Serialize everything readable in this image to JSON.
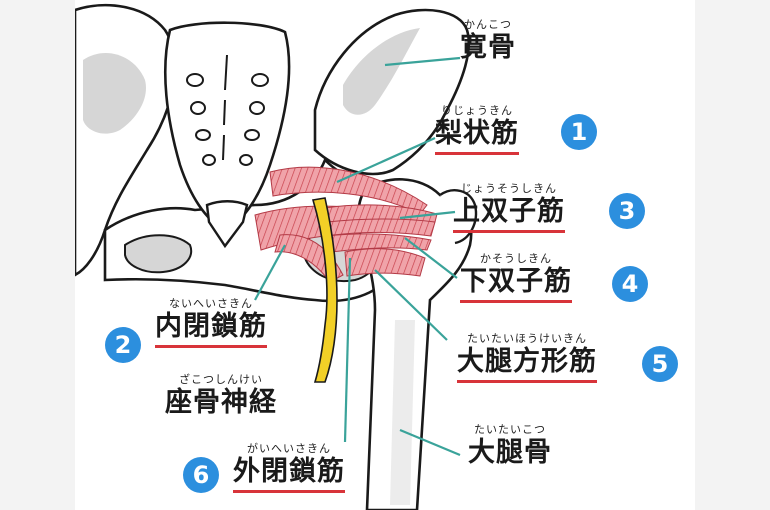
{
  "labels": {
    "ilium": {
      "ruby": "かんこつ",
      "text": "寛骨"
    },
    "piriformis": {
      "ruby": "りじょうきん",
      "text": "梨状筋",
      "number": "1"
    },
    "obturator_internus": {
      "ruby": "ないへいさきん",
      "text": "内閉鎖筋",
      "number": "2"
    },
    "gemellus_superior": {
      "ruby": "じょうそうしきん",
      "text": "上双子筋",
      "number": "3"
    },
    "gemellus_inferior": {
      "ruby": "かそうしきん",
      "text": "下双子筋",
      "number": "4"
    },
    "quadratus_femoris": {
      "ruby": "たいたいほうけいきん",
      "text": "大腿方形筋",
      "number": "5"
    },
    "obturator_externus": {
      "ruby": "がいへいさきん",
      "text": "外閉鎖筋",
      "number": "6"
    },
    "sciatic_nerve": {
      "ruby": "ざこつしんけい",
      "text": "座骨神経"
    },
    "femur": {
      "ruby": "たいたいこつ",
      "text": "大腿骨"
    }
  },
  "colors": {
    "badge": "#2c8fde",
    "underline": "#d8343a",
    "leader": "#3aa39a",
    "muscle": "#e2737c",
    "nerve": "#f2d027",
    "bone_shadow": "#d6d6d6"
  }
}
